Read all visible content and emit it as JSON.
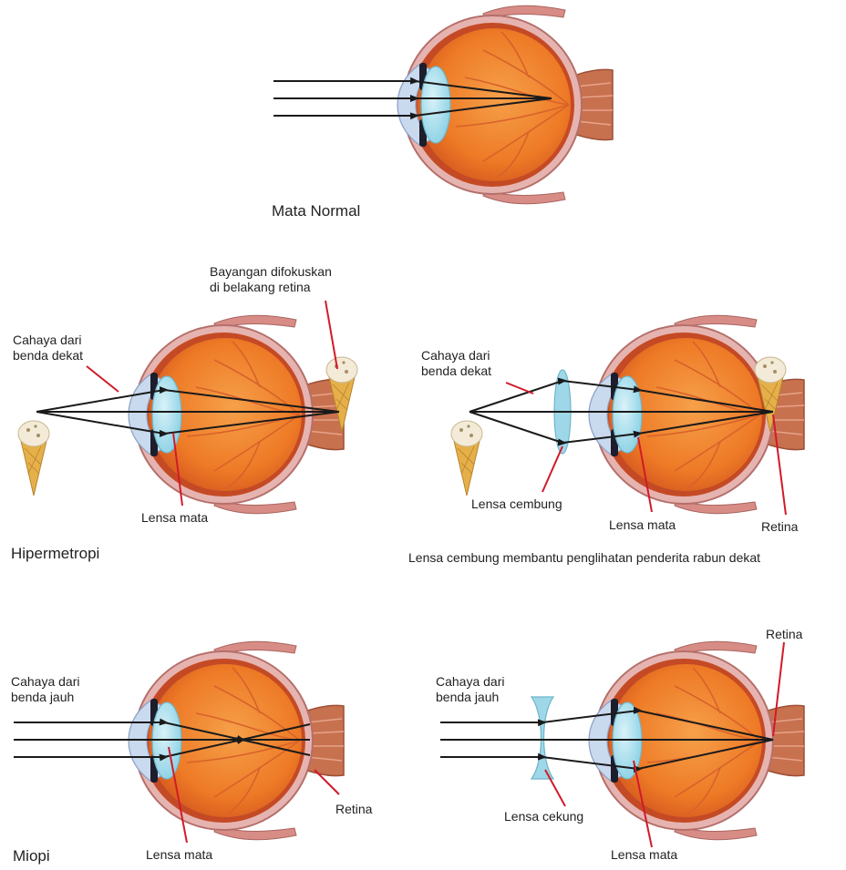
{
  "colors": {
    "sclera": "#e6b4b0",
    "sclera_edge": "#b56f6a",
    "choroid": "#c44a25",
    "vitreous": "#ee7a26",
    "vitreous_light": "#f6a04a",
    "lens": "#9ed8e8",
    "iris": "#1d1d2b",
    "nerve": "#c8714f",
    "ray": "#1a1a1a",
    "pointer": "#d11a2a",
    "ice_cream_cone": "#e5b04a",
    "ice_cream_scoop": "#f3ebd8"
  },
  "normal": {
    "caption": "Mata Normal"
  },
  "hypermetropia": {
    "title": "Hipermetropi",
    "left": {
      "light_label": "Cahaya dari\nbenda dekat",
      "image_label": "Bayangan difokuskan\ndi belakang retina",
      "lens_label": "Lensa  mata"
    },
    "right": {
      "light_label": "Cahaya dari\nbenda dekat",
      "correct_lens_label": "Lensa cembung",
      "lens_label": "Lensa mata",
      "retina_label": "Retina",
      "caption": "Lensa cembung membantu penglihatan penderita rabun dekat"
    }
  },
  "myopia": {
    "title": "Miopi",
    "left": {
      "light_label": "Cahaya dari\nbenda jauh",
      "retina_label": "Retina",
      "lens_label": "Lensa mata"
    },
    "right": {
      "light_label": "Cahaya dari\nbenda jauh",
      "retina_label": "Retina",
      "correct_lens_label": "Lensa cekung",
      "lens_label": "Lensa mata"
    }
  }
}
